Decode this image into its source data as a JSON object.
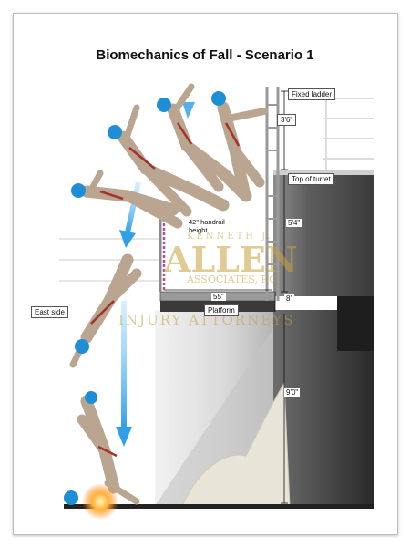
{
  "title": "Biomechanics of Fall - Scenario 1",
  "labels": {
    "fixed_ladder": "Fixed ladder",
    "top_of_turret": "Top of turret",
    "east_side": "East side",
    "platform": "Platform",
    "handrail_line1": "42\" handrail",
    "handrail_line2": "height"
  },
  "dimensions": {
    "ladder_above_turret": "3'6\"",
    "turret_to_platform": "5'4\"",
    "platform_width": "55\"",
    "platform_thickness": "8\"",
    "platform_to_ground": "9'0\""
  },
  "watermark": {
    "line1": "KENNETH J.",
    "line2": "ALLEN",
    "line3": "ASSOCIATES, P.C.",
    "line4": "INJURY ATTORNEYS"
  },
  "colors": {
    "helmet": "#1e8fd6",
    "suit": "#b9a590",
    "harness": "#a3322a",
    "arrow": "#5ab4ee",
    "handrail_marker": "#b84aa0",
    "impact": "#ff9a1f",
    "watermark": "#c8a03c"
  }
}
